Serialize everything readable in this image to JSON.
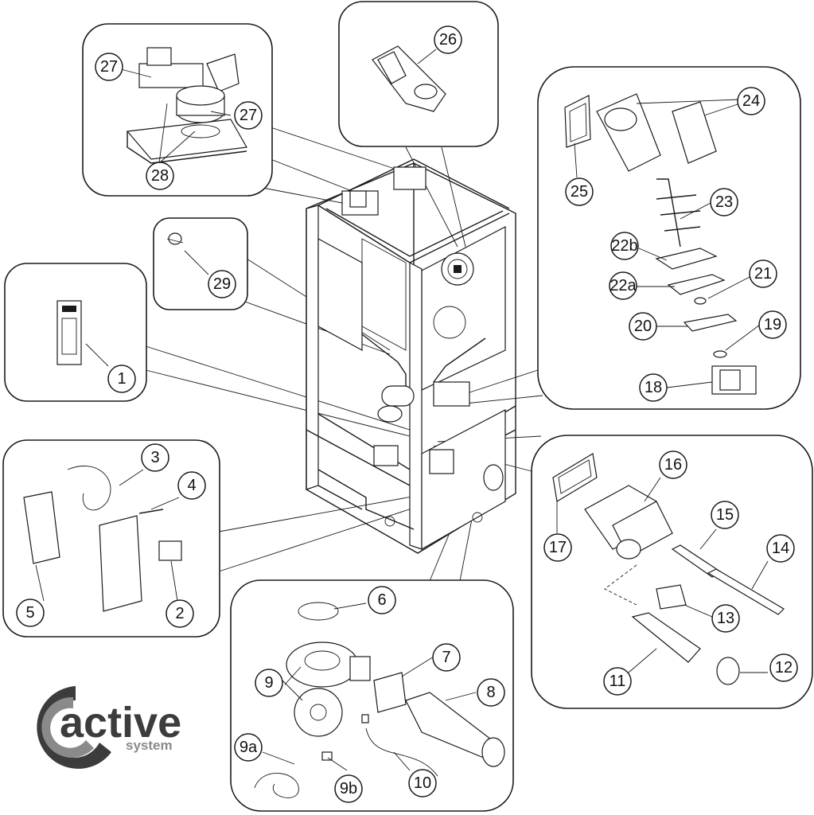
{
  "brand": {
    "name": "active",
    "tagline": "system"
  },
  "colors": {
    "line": "#1a1a1a",
    "logo_dark": "#3c3c3c",
    "logo_light": "#8a8a8a",
    "background": "#ffffff"
  },
  "part_labels": [
    "1",
    "2",
    "3",
    "4",
    "5",
    "6",
    "7",
    "8",
    "9",
    "9a",
    "9b",
    "10",
    "11",
    "12",
    "13",
    "14",
    "15",
    "16",
    "17",
    "18",
    "19",
    "20",
    "21",
    "22a",
    "22b",
    "23",
    "24",
    "25",
    "26",
    "27",
    "28",
    "29"
  ]
}
